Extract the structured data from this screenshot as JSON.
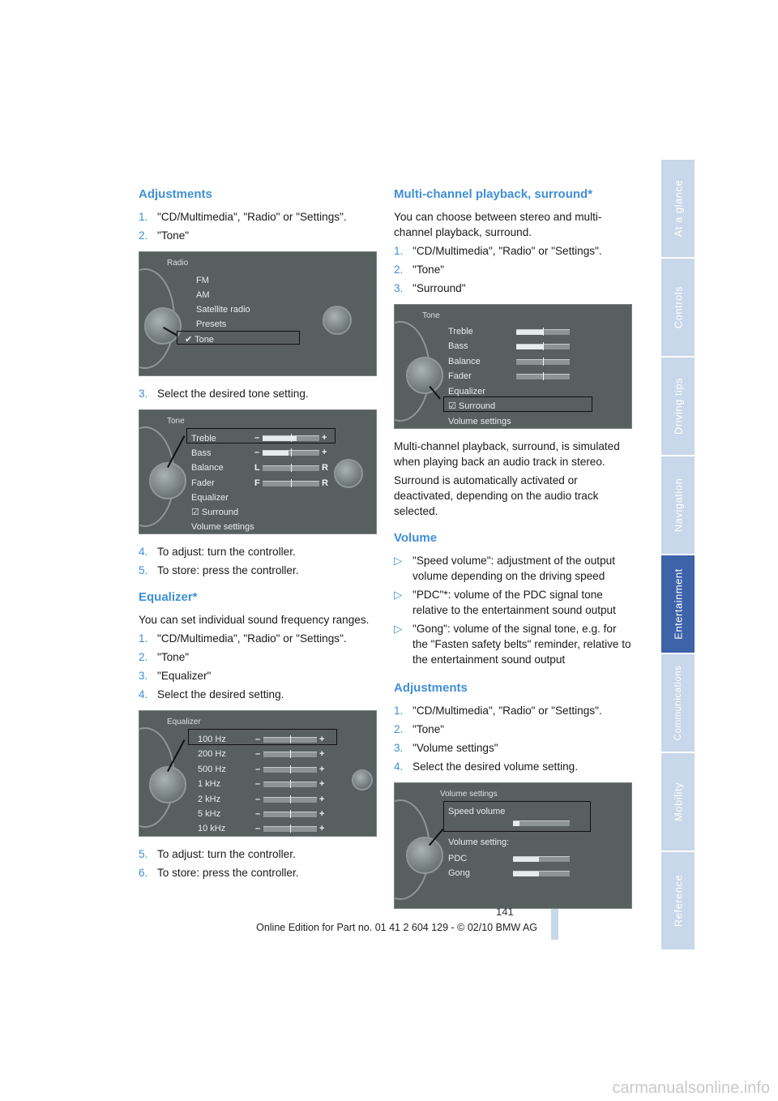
{
  "left": {
    "h_adjust": "Adjustments",
    "adj_steps": [
      {
        "num": "1.",
        "text": "\"CD/Multimedia\", \"Radio\" or \"Settings\"."
      },
      {
        "num": "2.",
        "text": "\"Tone\""
      }
    ],
    "radio_shot": {
      "title": "Radio",
      "items": [
        "FM",
        "AM",
        "Satellite radio",
        "Presets",
        "✔ Tone"
      ]
    },
    "step3": {
      "num": "3.",
      "text": "Select the desired tone setting."
    },
    "tone_shot": {
      "title": "Tone",
      "items": [
        "Treble",
        "Bass",
        "Balance",
        "Fader",
        "Equalizer",
        "☑ Surround",
        "Volume settings"
      ],
      "minus": "–",
      "plus": "+",
      "L": "L",
      "R": "R",
      "F": "F"
    },
    "step4": {
      "num": "4.",
      "text": "To adjust: turn the controller."
    },
    "step5": {
      "num": "5.",
      "text": "To store: press the controller."
    },
    "h_eq": "Equalizer*",
    "eq_intro": "You can set individual sound frequency ranges.",
    "eq_steps": [
      {
        "num": "1.",
        "text": "\"CD/Multimedia\", \"Radio\" or \"Settings\"."
      },
      {
        "num": "2.",
        "text": "\"Tone\""
      },
      {
        "num": "3.",
        "text": "\"Equalizer\""
      },
      {
        "num": "4.",
        "text": "Select the desired setting."
      }
    ],
    "eq_shot": {
      "title": "Equalizer",
      "bands": [
        "100 Hz",
        "200 Hz",
        "500 Hz",
        "1 kHz",
        "2 kHz",
        "5 kHz",
        "10 kHz"
      ]
    },
    "eq_steps2": [
      {
        "num": "5.",
        "text": "To adjust: turn the controller."
      },
      {
        "num": "6.",
        "text": "To store: press the controller."
      }
    ]
  },
  "right": {
    "h_multi": "Multi-channel playback, surround*",
    "multi_intro": "You can choose between stereo and multi-channel playback, surround.",
    "multi_steps": [
      {
        "num": "1.",
        "text": "\"CD/Multimedia\", \"Radio\" or \"Settings\"."
      },
      {
        "num": "2.",
        "text": "\"Tone\""
      },
      {
        "num": "3.",
        "text": "\"Surround\""
      }
    ],
    "surround_shot": {
      "title": "Tone",
      "items": [
        "Treble",
        "Bass",
        "Balance",
        "Fader",
        "Equalizer",
        "☑ Surround",
        "Volume settings"
      ]
    },
    "multi_p1": "Multi-channel playback, surround, is simulated when playing back an audio track in stereo.",
    "multi_p2": "Surround is automatically activated or deactivated, depending on the audio track selected.",
    "h_volume": "Volume",
    "vol_bullets": [
      {
        "mark": "▷",
        "text": "\"Speed volume\": adjustment of the output volume depending on the driving speed"
      },
      {
        "mark": "▷",
        "text": "\"PDC\"*: volume of the PDC signal tone relative to the entertainment sound output"
      },
      {
        "mark": "▷",
        "text": "\"Gong\": volume of the signal tone, e.g. for the \"Fasten safety belts\" reminder, relative to the entertainment sound output"
      }
    ],
    "h_adjust2": "Adjustments",
    "adj2_steps": [
      {
        "num": "1.",
        "text": "\"CD/Multimedia\", \"Radio\" or \"Settings\"."
      },
      {
        "num": "2.",
        "text": "\"Tone\""
      },
      {
        "num": "3.",
        "text": "\"Volume settings\""
      },
      {
        "num": "4.",
        "text": "Select the desired volume setting."
      }
    ],
    "vol_shot": {
      "title": "Volume settings",
      "items": [
        "Speed volume",
        "Volume setting:",
        "PDC",
        "Gong"
      ]
    }
  },
  "side_tabs": [
    "At a glance",
    "Controls",
    "Driving tips",
    "Navigation",
    "Entertainment",
    "Communications",
    "Mobility",
    "Reference"
  ],
  "active_tab": "Entertainment",
  "page_number": "141",
  "footer": "Online Edition for Part no. 01 41 2 604 129 - © 02/10 BMW AG",
  "watermark": "carmanualsonline.info",
  "colors": {
    "accent": "#3f8fd8",
    "tab": "#c8d7e9",
    "tab_active": "#3d63a8",
    "screen": "#58605f"
  }
}
